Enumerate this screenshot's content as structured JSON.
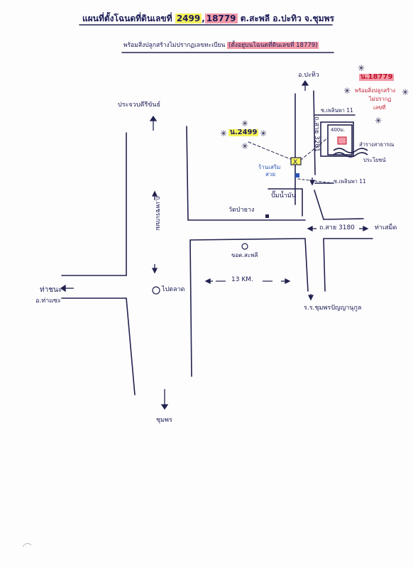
{
  "title": {
    "prefix": "แผนที่ตั้งโฉนดที่ดินเลขที่",
    "deed1": "2499",
    "sep": ",",
    "deed2": "18779",
    "location": "ต.สะพลี  อ.ปะทิว  จ.ชุมพร"
  },
  "subtitle": {
    "text": "พร้อมสิ่งปลูกสร้างไม่ปรากฏเลขทะเบียน",
    "note": "(ตั้งอยู่บนโฉนดที่ดินเลขที่ 18779)"
  },
  "labels": {
    "prachuap": "ประจวบคีรีขันธ์",
    "pathio": "อ.ปะทิว",
    "deed2_label": "น.18779",
    "deed2_desc1": "พร้อมสิ่งปลูกสร้าง",
    "deed2_desc2": "ไม่ปรากฏ",
    "deed2_desc3": "เลขที่",
    "soi_top": "ซ.เพลินพา 11",
    "road_3201": "ถ.สาย 3201",
    "dist_400": "400ม.",
    "canal": "ลำรางสาธารณ",
    "canal2": "ประโยชน์",
    "deed1_label": "น.2499",
    "shop": "ร้านเสริม",
    "shop2": "สวย",
    "soi_bottom": "ซ.เพลินพา 11",
    "gas": "ปั๊มน้ำมัน",
    "temple": "วัดป่ายาง",
    "road_3180": "ถ.สาย 3180",
    "thasae_right": "ท่าเสม็ด",
    "phetkasem": "ถ.เพชรเกษม",
    "post": "ขอต.สะพลี",
    "distance": "13 KM.",
    "market": "ไปตลาด",
    "thachana": "ท่าชนะ",
    "thasae": "อ.ท่าแซะ",
    "school": "ร.ร.ชุมพรปัญญานุกูล",
    "chumphon": "ชุมพร"
  },
  "colors": {
    "ink": "#1a1a55",
    "yellow": "#f6f25a",
    "pink": "#f39aa8",
    "red": "#c0142a",
    "blue": "#2d55b8"
  }
}
